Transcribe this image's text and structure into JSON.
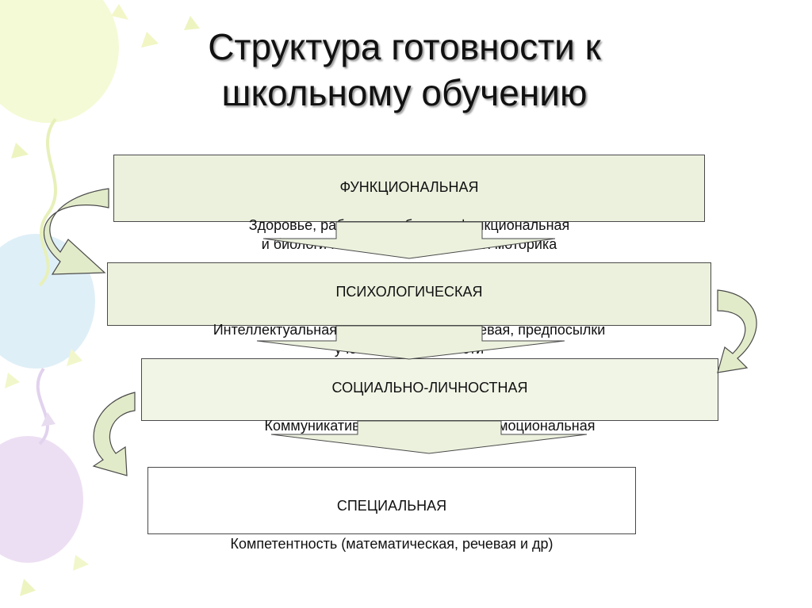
{
  "slide": {
    "title": "Структура готовности к\nшкольному обучению"
  },
  "boxes": [
    {
      "heading": "ФУНКЦИОНАЛЬНАЯ",
      "detail": "Здоровье, работоспособность, функциональная\nи биологическая зрелость, мелкая моторика"
    },
    {
      "heading": "ПСИХОЛОГИЧЕСКАЯ",
      "detail": "Интеллектуальная, мотивационная, волевая, предпосылки\nучебной деятельности"
    },
    {
      "heading": "СОЦИАЛЬНО-ЛИЧНОСТНАЯ",
      "detail": "Коммуникативная, нравственная, эмоциональная"
    },
    {
      "heading": "СПЕЦИАЛЬНАЯ",
      "detail": "Компетентность (математическая, речевая и др)"
    }
  ],
  "colors": {
    "box_fill": "#ebf1dd",
    "arrow_fill": "#ebf1dd",
    "curved_arrow_fill": "#e2ebc9",
    "border": "#4a4a4a"
  }
}
